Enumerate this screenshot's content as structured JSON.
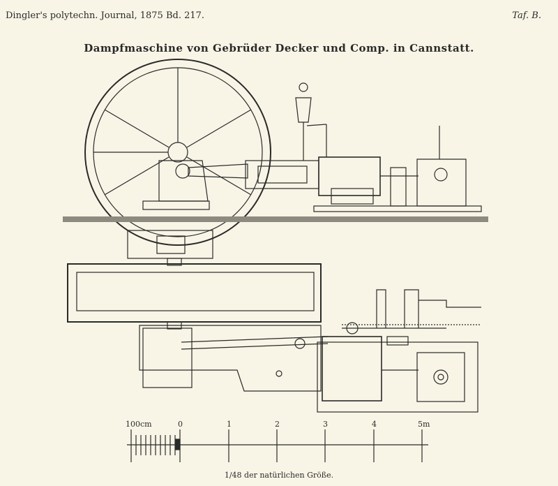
{
  "header": {
    "journal": "Dingler's polytechn. Journal, 1875 Bd. 217.",
    "plate": "Taf. B."
  },
  "title": "Dampfmaschine von Gebrüder Decker und Comp. in Cannstatt.",
  "scale_bar": {
    "labels": [
      "100cm",
      "0",
      "1",
      "2",
      "3",
      "4",
      "5m"
    ],
    "caption": "1/48 der natürlichen Größe."
  },
  "colors": {
    "paper": "#f8f5e6",
    "ink": "#2a2a2a"
  }
}
